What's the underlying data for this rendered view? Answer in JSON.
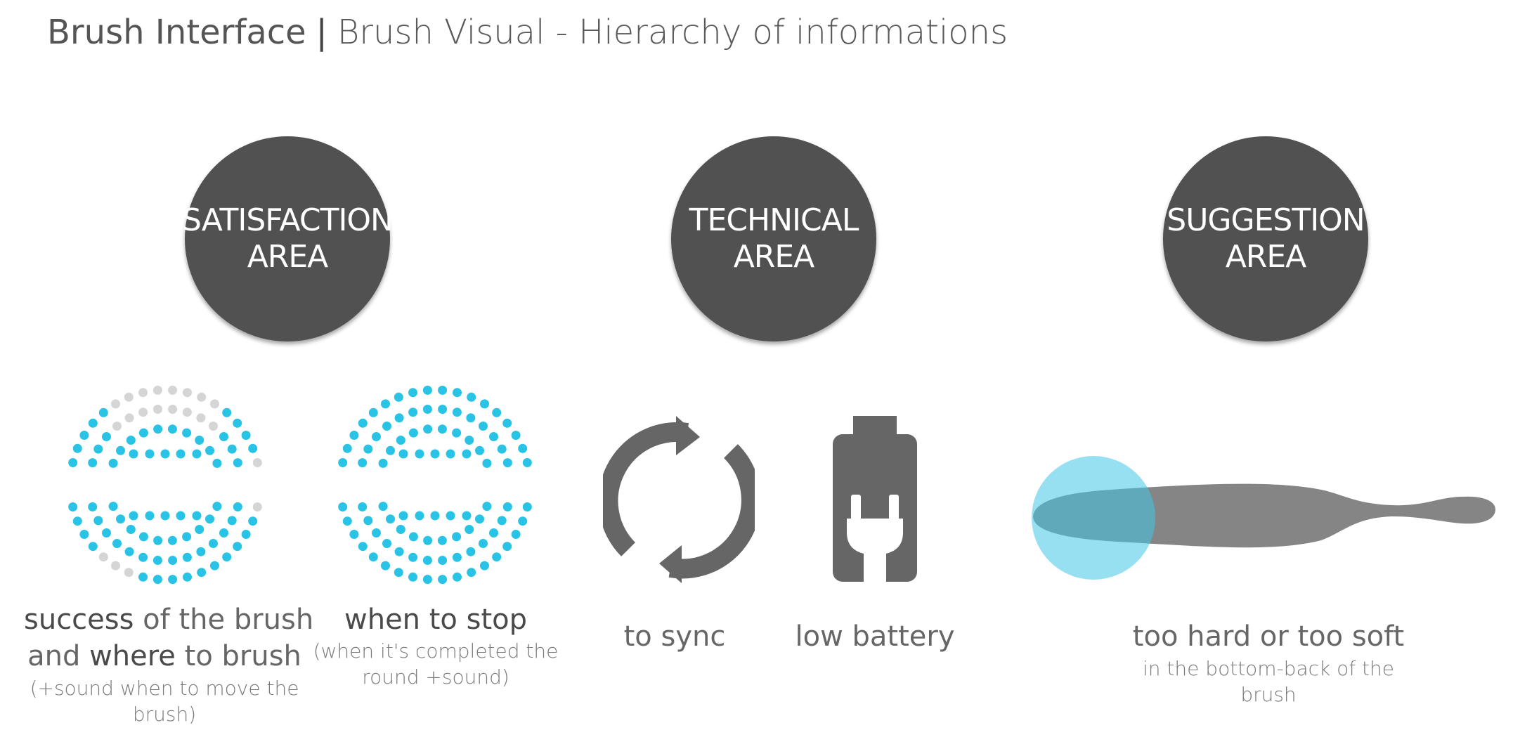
{
  "header": {
    "title_main": "Brush Interface",
    "title_separator": "|",
    "title_sub": "Brush Visual - Hierarchy of informations"
  },
  "areas": [
    {
      "line1": "SATISFACTION",
      "line2": "AREA"
    },
    {
      "line1": "TECHNICAL",
      "line2": "AREA"
    },
    {
      "line1": "SUGGESTION",
      "line2": "AREA"
    }
  ],
  "colors": {
    "dark_circle": "#515151",
    "icon_gray": "#666666",
    "led_active": "#29c3e6",
    "led_inactive": "#d5d5d5",
    "brush_body": "#858585",
    "pressure_zone": "#8ddff0"
  },
  "items": {
    "success": {
      "icon": "led-ring-partial-icon",
      "bold1": "success",
      "text1": " of the brush",
      "text2_pre": "and ",
      "bold2": "where",
      "text2_post": " to brush",
      "note_line1": "(+sound when to move the",
      "note_line2": "brush)"
    },
    "stop": {
      "icon": "led-ring-full-icon",
      "label": "when to stop",
      "note_line1": "(when it's completed the",
      "note_line2": "round +sound)"
    },
    "sync": {
      "icon": "sync-arrows-icon",
      "label": "to sync"
    },
    "battery": {
      "icon": "battery-plug-icon",
      "label": "low battery"
    },
    "pressure": {
      "icon": "brush-pressure-icon",
      "label": "too hard or too soft",
      "note_line1": "in the bottom-back of the",
      "note_line2": "brush"
    }
  }
}
